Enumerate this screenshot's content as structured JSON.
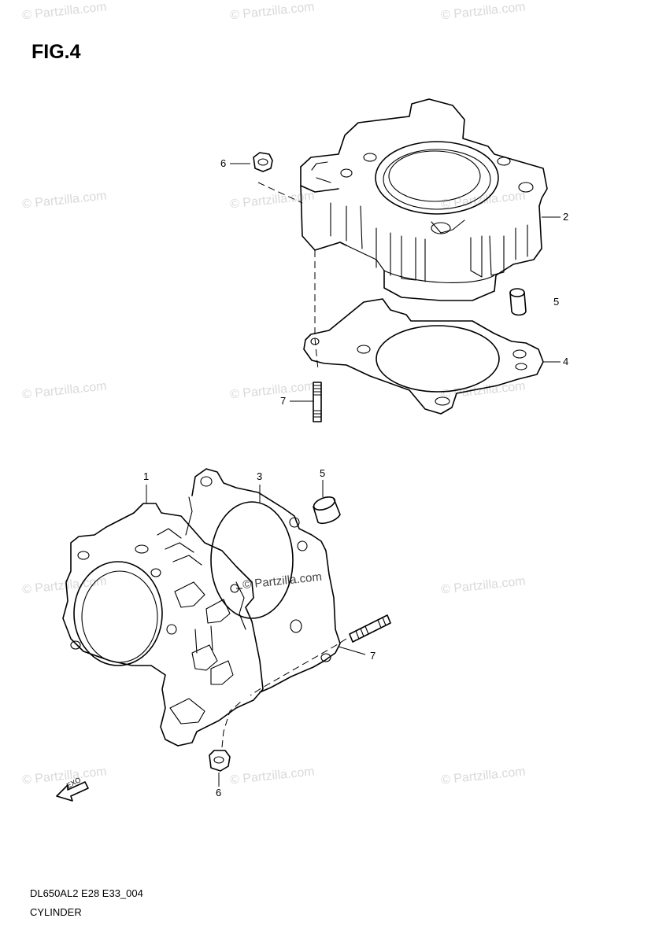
{
  "figure": {
    "title": "FIG.4"
  },
  "callouts": {
    "top": [
      "6",
      "2",
      "5",
      "4",
      "7"
    ],
    "bottom": [
      "1",
      "3",
      "5",
      "7",
      "6"
    ]
  },
  "footer": {
    "model_code": "DL650AL2 E28 E33_004",
    "section_name": "CYLINDER"
  },
  "watermark": {
    "text": "© Partzilla.com"
  },
  "direction_marker": {
    "text": "EXO"
  }
}
